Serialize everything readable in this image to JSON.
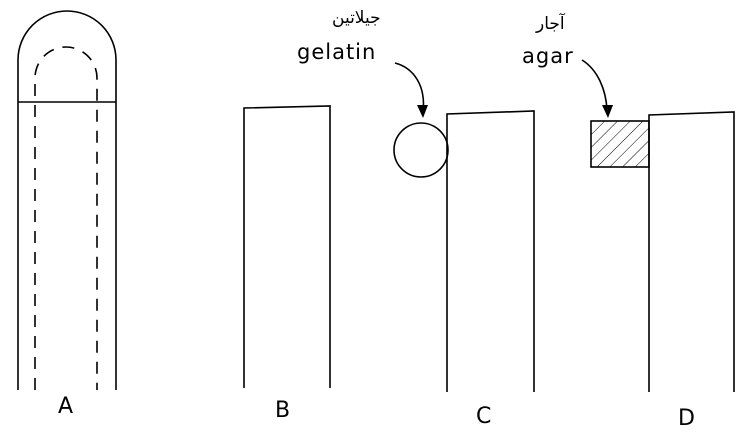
{
  "panels": {
    "a": {
      "label": "A"
    },
    "b": {
      "label": "B"
    },
    "c": {
      "label": "C",
      "annotation_en": "gelatin",
      "annotation_fa": "جيلاتين"
    },
    "d": {
      "label": "D",
      "annotation_en": "agar",
      "annotation_fa": "آجار"
    }
  },
  "colors": {
    "ink": "#000000",
    "background": "#ffffff"
  }
}
